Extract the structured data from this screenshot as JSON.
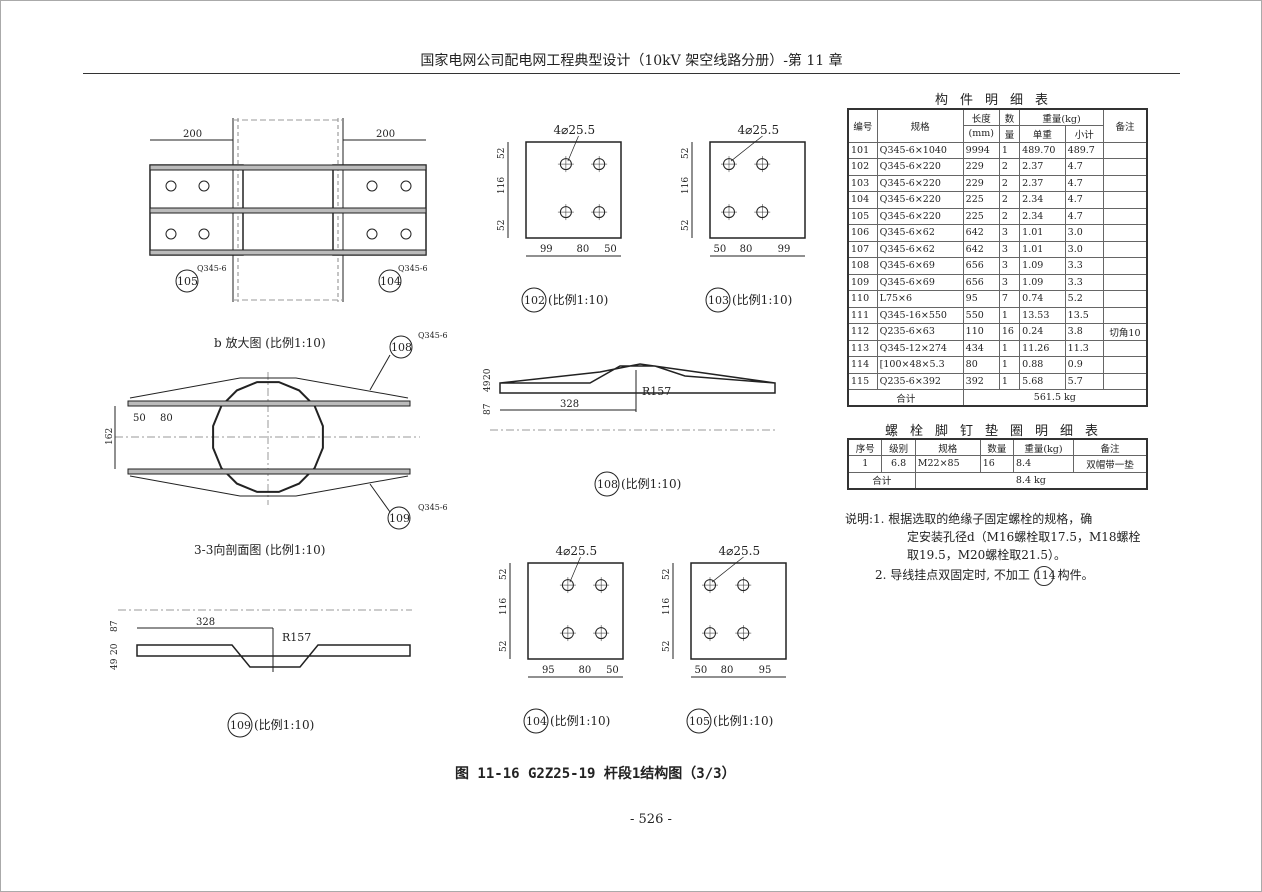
{
  "header": {
    "title": "国家电网公司配电网工程典型设计（10kV 架空线路分册）-第 11 章"
  },
  "drawings": {
    "b_view": {
      "dim_left": "200",
      "dim_right": "200",
      "mat_left": "Q345-6",
      "mat_right": "Q345-6",
      "part_left": "105",
      "part_right": "104",
      "caption": "b 放大图 (比例1:10)"
    },
    "section_33": {
      "part_top": "108",
      "mat_top": "Q345-6",
      "part_bottom": "109",
      "mat_bottom": "Q345-6",
      "dim_a": "50",
      "dim_b": "80",
      "dim_h": "162",
      "caption": "3-3向剖面图 (比例1:10)"
    },
    "part_109": {
      "dim_len": "328",
      "radius": "R157",
      "dim_87": "87",
      "dim_20": "20",
      "dim_49": "49",
      "part": "109",
      "scale": "(比例1:10)"
    },
    "part_108": {
      "dim_len": "328",
      "radius": "R157",
      "dim_20": "20",
      "dim_49": "49",
      "dim_87": "87",
      "part": "108",
      "scale": "(比例1:10)"
    },
    "plate_102": {
      "holes": "4⌀25.5",
      "v": [
        "52",
        "116",
        "52"
      ],
      "h": [
        "99",
        "80",
        "50"
      ],
      "part": "102",
      "scale": "(比例1:10)"
    },
    "plate_103": {
      "holes": "4⌀25.5",
      "v": [
        "52",
        "116",
        "52"
      ],
      "h": [
        "50",
        "80",
        "99"
      ],
      "part": "103",
      "scale": "(比例1:10)"
    },
    "plate_104": {
      "holes": "4⌀25.5",
      "v": [
        "52",
        "116",
        "52"
      ],
      "h": [
        "95",
        "80",
        "50"
      ],
      "part": "104",
      "scale": "(比例1:10)"
    },
    "plate_105": {
      "holes": "4⌀25.5",
      "v": [
        "52",
        "116",
        "52"
      ],
      "h": [
        "50",
        "80",
        "95"
      ],
      "part": "105",
      "scale": "(比例1:10)"
    }
  },
  "parts_table": {
    "title": "构件明细表",
    "headers": {
      "no": "编号",
      "spec": "规格",
      "len1": "长度",
      "len2": "(mm)",
      "qty1": "数",
      "qty2": "量",
      "weight": "重量(kg)",
      "unit": "单重",
      "sub": "小计",
      "note": "备注"
    },
    "rows": [
      [
        "101",
        "Q345-6×1040",
        "9994",
        "1",
        "489.70",
        "489.7",
        ""
      ],
      [
        "102",
        "Q345-6×220",
        "229",
        "2",
        "2.37",
        "4.7",
        ""
      ],
      [
        "103",
        "Q345-6×220",
        "229",
        "2",
        "2.37",
        "4.7",
        ""
      ],
      [
        "104",
        "Q345-6×220",
        "225",
        "2",
        "2.34",
        "4.7",
        ""
      ],
      [
        "105",
        "Q345-6×220",
        "225",
        "2",
        "2.34",
        "4.7",
        ""
      ],
      [
        "106",
        "Q345-6×62",
        "642",
        "3",
        "1.01",
        "3.0",
        ""
      ],
      [
        "107",
        "Q345-6×62",
        "642",
        "3",
        "1.01",
        "3.0",
        ""
      ],
      [
        "108",
        "Q345-6×69",
        "656",
        "3",
        "1.09",
        "3.3",
        ""
      ],
      [
        "109",
        "Q345-6×69",
        "656",
        "3",
        "1.09",
        "3.3",
        ""
      ],
      [
        "110",
        "L75×6",
        "95",
        "7",
        "0.74",
        "5.2",
        ""
      ],
      [
        "111",
        "Q345-16×550",
        "550",
        "1",
        "13.53",
        "13.5",
        ""
      ],
      [
        "112",
        "Q235-6×63",
        "110",
        "16",
        "0.24",
        "3.8",
        "切角10"
      ],
      [
        "113",
        "Q345-12×274",
        "434",
        "1",
        "11.26",
        "11.3",
        ""
      ],
      [
        "114",
        "[100×48×5.3",
        "80",
        "1",
        "0.88",
        "0.9",
        ""
      ],
      [
        "115",
        "Q235-6×392",
        "392",
        "1",
        "5.68",
        "5.7",
        ""
      ]
    ],
    "total_label": "合计",
    "total_value": "561.5 kg"
  },
  "bolt_table": {
    "title": "螺栓脚钉垫圈明细表",
    "headers": [
      "序号",
      "级别",
      "规格",
      "数量",
      "重量(kg)",
      "备注"
    ],
    "rows": [
      [
        "1",
        "6.8",
        "M22×85",
        "16",
        "8.4",
        "双帽带一垫"
      ]
    ],
    "total_label": "合计",
    "total_value": "8.4 kg"
  },
  "notes": {
    "line1": "说明:1. 根据选取的绝缘子固定螺栓的规格，确",
    "line2": "定安装孔径d（M16螺栓取17.5，M18螺栓",
    "line3": "取19.5，M20螺栓取21.5）。",
    "line4a": "2. 导线挂点双固定时, 不加工",
    "line4_part": "114",
    "line4b": "构件。"
  },
  "figure_caption": "图 11-16   G2Z25-19 杆段1结构图（3/3）",
  "page_number": "- 526 -"
}
